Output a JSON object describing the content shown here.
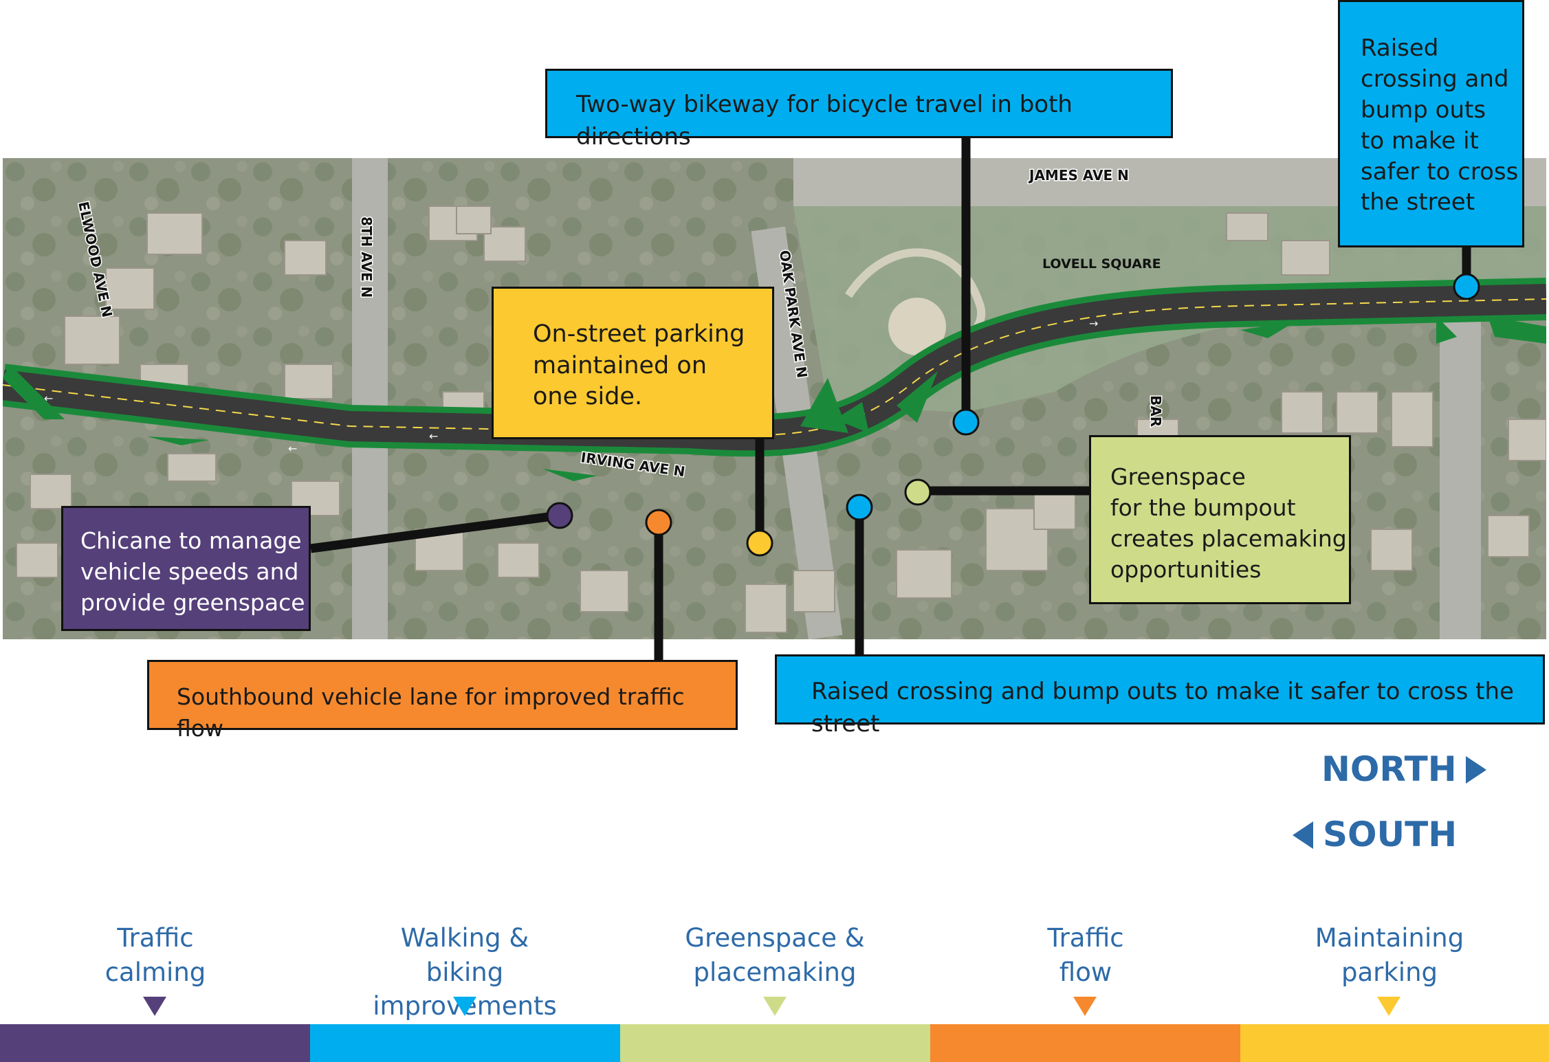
{
  "callouts": {
    "bikeway": {
      "text": "Two-way bikeway for bicycle travel in both directions",
      "color": "#00aeef",
      "text_color": "#1a1a1a"
    },
    "raised_crossing_top": {
      "text": "Raised\ncrossing and\nbump outs\nto make it\nsafer to cross\nthe street",
      "color": "#00aeef",
      "text_color": "#1a1a1a"
    },
    "parking": {
      "text": "On-street parking\nmaintained on\none side.",
      "color": "#fcc930",
      "text_color": "#1a1a1a"
    },
    "greenspace": {
      "text": "Greenspace\nfor the bumpout\ncreates placemaking\nopportunities",
      "color": "#cedc8a",
      "text_color": "#1a1a1a"
    },
    "chicane": {
      "text": "Chicane to manage\nvehicle speeds and\nprovide greenspace",
      "color": "#55407a",
      "text_color": "#ffffff"
    },
    "southbound": {
      "text": "Southbound vehicle lane for improved traffic flow",
      "color": "#f6892e",
      "text_color": "#1a1a1a"
    },
    "raised_crossing_bottom": {
      "text": "Raised crossing and bump outs to make it safer to cross the street",
      "color": "#00aeef",
      "text_color": "#1a1a1a"
    }
  },
  "map_labels": {
    "elwood": "ELWOOD AVE N",
    "eighth": "8TH AVE N",
    "oak_park": "OAK PARK AVE N",
    "james": "JAMES AVE N",
    "lovell": "LOVELL SQUARE",
    "irving": "IRVING AVE N",
    "barnes_partial": "BAR"
  },
  "direction": {
    "north": "NORTH",
    "south": "SOUTH",
    "color": "#2d6aa8"
  },
  "legend": [
    {
      "label": "Traffic\ncalming",
      "color": "#55407a"
    },
    {
      "label": "Walking & biking\nimprovements",
      "color": "#00aeef"
    },
    {
      "label": "Greenspace &\nplacemaking",
      "color": "#cedc8a"
    },
    {
      "label": "Traffic\nflow",
      "color": "#f6892e"
    },
    {
      "label": "Maintaining\nparking",
      "color": "#fcc930"
    }
  ],
  "colors": {
    "road": "#3a3a3a",
    "green": "#1a8a3a",
    "aerial": "#8f9683",
    "legend_text": "#2d6aa8",
    "leader": "#111111"
  }
}
